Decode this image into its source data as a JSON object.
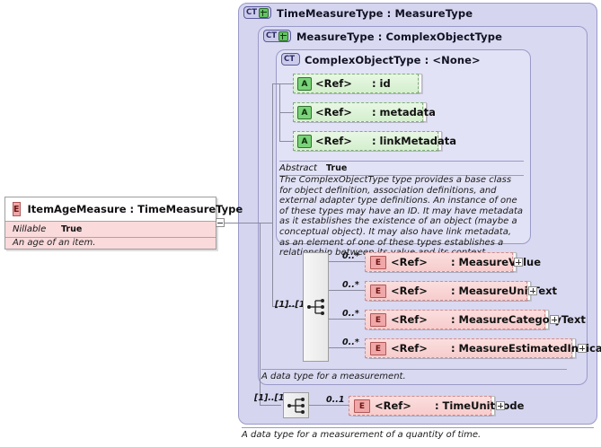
{
  "diagram": {
    "kind": "xsd-schema-diagram",
    "root_element": {
      "badge": "E",
      "title": "ItemAgeMeasure : TimeMeasureType",
      "property_key": "Nillable",
      "property_value": "True",
      "documentation": "An age of an item."
    },
    "containers": [
      {
        "badge": "CT",
        "badge_plus": true,
        "title": "TimeMeasureType : MeasureType",
        "documentation": "A data type for a measurement of a quantity of time."
      },
      {
        "badge": "CT",
        "badge_plus": true,
        "title": "MeasureType : ComplexObjectType",
        "documentation": "A data type for a measurement."
      },
      {
        "badge": "CT",
        "badge_plus": false,
        "title": "ComplexObjectType : <None>",
        "abstract_key": "Abstract",
        "abstract_value": "True",
        "documentation": "The ComplexObjectType type provides a base class for object definition, association definitions, and external adapter type definitions. An instance of one of these types may have an ID. It may have metadata as it establishes the existence of an object (maybe a conceptual object). It may also have link metadata, as an element of one of these types establishes a relationship between its value and its context."
      }
    ],
    "attributes": [
      {
        "badge": "A",
        "ref": "<Ref>",
        "name": ": id"
      },
      {
        "badge": "A",
        "ref": "<Ref>",
        "name": ": metadata"
      },
      {
        "badge": "A",
        "ref": "<Ref>",
        "name": ": linkMetadata"
      }
    ],
    "measure_sequence": {
      "occurrence": "[1]..[1]",
      "compositor": "sequence-icon",
      "elements": [
        {
          "badge": "E",
          "ref": "<Ref>",
          "name": ": MeasureValue",
          "occurrence": "0..*"
        },
        {
          "badge": "E",
          "ref": "<Ref>",
          "name": ": MeasureUnitText",
          "occurrence": "0..*"
        },
        {
          "badge": "E",
          "ref": "<Ref>",
          "name": ": MeasureCategoryText",
          "occurrence": "0..*"
        },
        {
          "badge": "E",
          "ref": "<Ref>",
          "name": ": MeasureEstimatedIndicator",
          "occurrence": "0..*"
        }
      ]
    },
    "time_sequence": {
      "occurrence": "[1]..[1]",
      "compositor": "sequence-icon",
      "elements": [
        {
          "badge": "E",
          "ref": "<Ref>",
          "name": ": TimeUnitCode",
          "occurrence": "0..1"
        }
      ]
    },
    "colors": {
      "container_fill": "#d5d5f0",
      "container_border": "#9a9ac8",
      "attribute_fill": "#d4efcd",
      "attribute_border": "#7fae77",
      "element_fill": "#f7cccc",
      "element_border": "#cc8e8e",
      "root_fill": "#fadadb",
      "canvas": "#ffffff"
    }
  }
}
